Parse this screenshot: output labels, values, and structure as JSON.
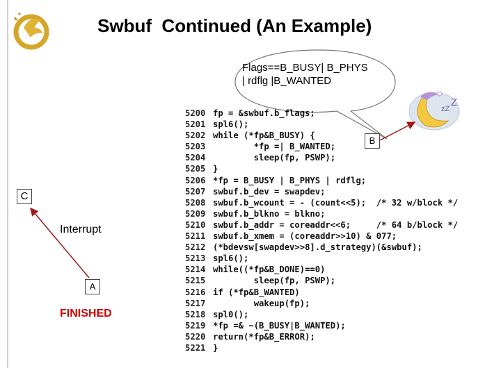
{
  "slide": {
    "title": "Swbuf  Continued (An Example)",
    "bubble_lines": [
      "Flags==B_BUSY| B_PHYS",
      "| rdflg  |B_WANTED"
    ],
    "labels": {
      "b": "B",
      "c": "C",
      "a": "A"
    },
    "interrupt": "Interrupt",
    "finished": "FINISHED",
    "colors": {
      "finished": "#cc0000",
      "arrow": "#a01818",
      "moon": "#f5c842"
    },
    "icons": [
      "ucf-pegasus-logo",
      "sleeping-moon-icon"
    ],
    "code": [
      {
        "num": "5200",
        "text": "fp = &swbuf.b_flags;"
      },
      {
        "num": "5201",
        "text": "spl6();"
      },
      {
        "num": "5202",
        "text": "while (*fp&B_BUSY) {"
      },
      {
        "num": "5203",
        "text": "        *fp =| B_WANTED;"
      },
      {
        "num": "5204",
        "text": "        sleep(fp, PSWP);"
      },
      {
        "num": "5205",
        "text": "}"
      },
      {
        "num": "5206",
        "text": "*fp = B_BUSY | B_PHYS | rdflg;"
      },
      {
        "num": "5207",
        "text": "swbuf.b_dev = swapdev;"
      },
      {
        "num": "5208",
        "text": "swbuf.b_wcount = - (count<<5);  /* 32 w/block */"
      },
      {
        "num": "5209",
        "text": "swbuf.b_blkno = blkno;"
      },
      {
        "num": "5210",
        "text": "swbuf.b_addr = coreaddr<<6;     /* 64 b/block */"
      },
      {
        "num": "5211",
        "text": "swbuf.b_xmem = (coreaddr>>10) & 077;"
      },
      {
        "num": "5212",
        "text": "(*bdevsw[swapdev>>8].d_strategy)(&swbuf);"
      },
      {
        "num": "5213",
        "text": "spl6();"
      },
      {
        "num": "5214",
        "text": "while((*fp&B_DONE)==0)"
      },
      {
        "num": "5215",
        "text": "        sleep(fp, PSWP);"
      },
      {
        "num": "5216",
        "text": "if (*fp&B_WANTED)"
      },
      {
        "num": "5217",
        "text": "        wakeup(fp);"
      },
      {
        "num": "5218",
        "text": "spl0();"
      },
      {
        "num": "5219",
        "text": "*fp =& ~(B_BUSY|B_WANTED);"
      },
      {
        "num": "5220",
        "text": "return(*fp&B_ERROR);"
      },
      {
        "num": "5221",
        "text": "}"
      }
    ]
  }
}
